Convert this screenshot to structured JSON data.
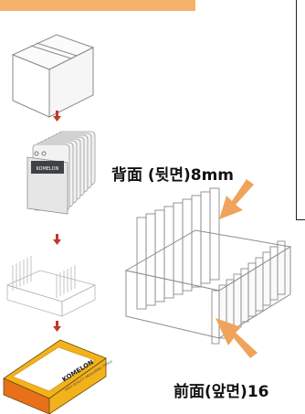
{
  "labels": {
    "back_face": "背面 (뒷면)8mm",
    "front_face": "前面(앞면)16"
  },
  "brand": {
    "logo_text": "KOMELON",
    "tagline": "HIGH QUALITY MEASURING TOOLS"
  },
  "colors": {
    "accent": "#f0a35a",
    "arrow_red": "#c0392b",
    "box_yellow": "#f2b21b",
    "box_orange": "#e8701a",
    "line": "#9a9a9a"
  }
}
